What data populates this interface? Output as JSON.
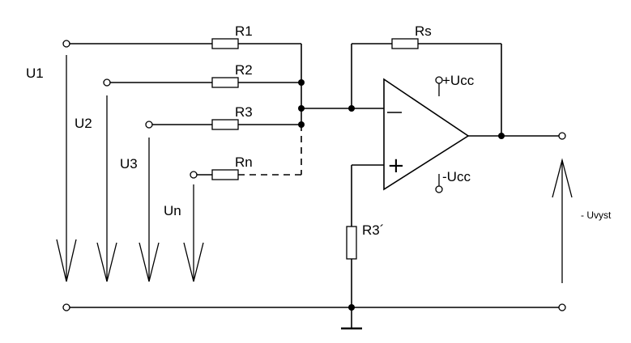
{
  "diagram": {
    "resistors": {
      "r1": "R1",
      "r2": "R2",
      "r3": "R3",
      "rn": "Rn",
      "rs": "Rs",
      "r3p": "R3´"
    },
    "voltages": {
      "u1": "U1",
      "u2": "U2",
      "u3": "U3",
      "un": "Un",
      "out": "- Uvyst"
    },
    "supply": {
      "pos": "+Ucc",
      "neg": "-Ucc"
    },
    "opamp": {
      "inv": "−",
      "noninv": "+"
    }
  }
}
